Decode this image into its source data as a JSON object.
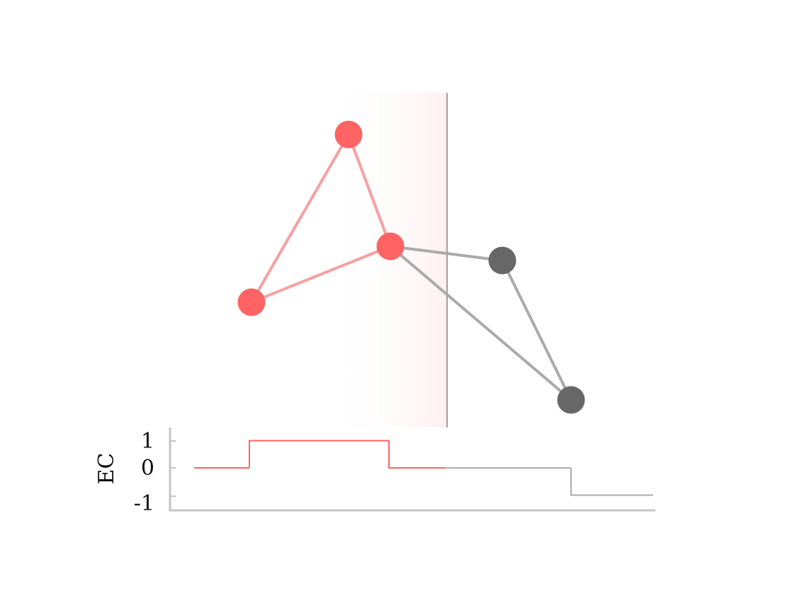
{
  "colors": {
    "active_node": "#ff6363",
    "active_edge": "#f7a0a0",
    "inactive_node": "#676767",
    "inactive_edge": "#aaaaaa",
    "sweep_line": "#808080",
    "sweep_band": "#fff0f0",
    "axis": "#c4c4c4"
  },
  "graph": {
    "nodes": [
      {
        "id": "a",
        "state": "active"
      },
      {
        "id": "b",
        "state": "active"
      },
      {
        "id": "c",
        "state": "active"
      },
      {
        "id": "d",
        "state": "inactive"
      },
      {
        "id": "e",
        "state": "inactive"
      }
    ],
    "edges": [
      {
        "from": "b",
        "to": "a",
        "state": "active"
      },
      {
        "from": "b",
        "to": "c",
        "state": "active"
      },
      {
        "from": "a",
        "to": "c",
        "state": "active"
      },
      {
        "from": "c",
        "to": "d",
        "state": "inactive"
      },
      {
        "from": "c",
        "to": "e",
        "state": "inactive"
      },
      {
        "from": "d",
        "to": "e",
        "state": "inactive"
      }
    ]
  },
  "ec_plot": {
    "ylabel": "EC",
    "yticks": [
      "1",
      "0",
      "-1"
    ],
    "segments": [
      {
        "level": 0,
        "state": "active"
      },
      {
        "level": 1,
        "state": "active"
      },
      {
        "level": 0,
        "state": "active"
      },
      {
        "level": 0,
        "state": "inactive"
      },
      {
        "level": -1,
        "state": "inactive"
      }
    ]
  }
}
